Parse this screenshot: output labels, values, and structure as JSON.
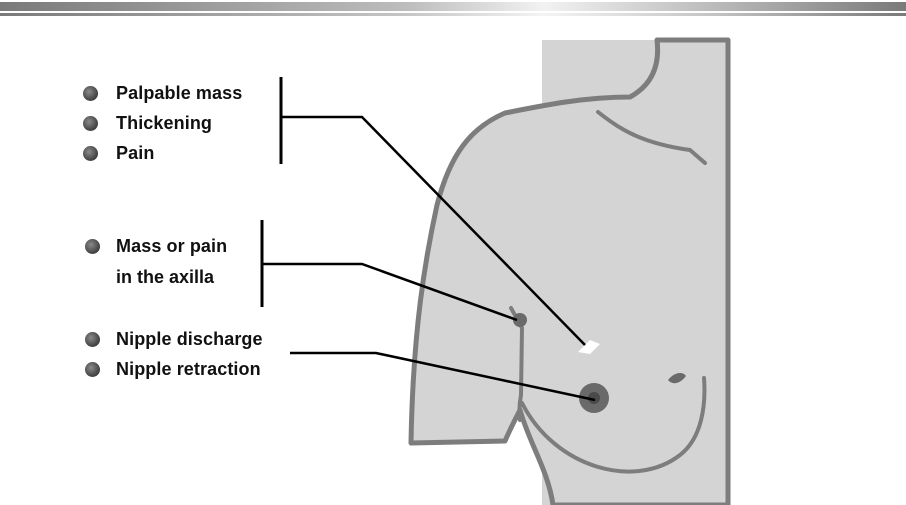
{
  "group1": {
    "items": [
      "Palpable mass",
      "Thickening",
      "Pain"
    ]
  },
  "group2": {
    "line1": "Mass or pain",
    "line2": "in the axilla"
  },
  "group3": {
    "items": [
      "Nipple discharge",
      "Nipple retraction"
    ]
  },
  "colors": {
    "body": "#d4d4d4",
    "outline": "#7d7d7d",
    "nipple": "#6a6a6a",
    "lines": "#000000"
  }
}
